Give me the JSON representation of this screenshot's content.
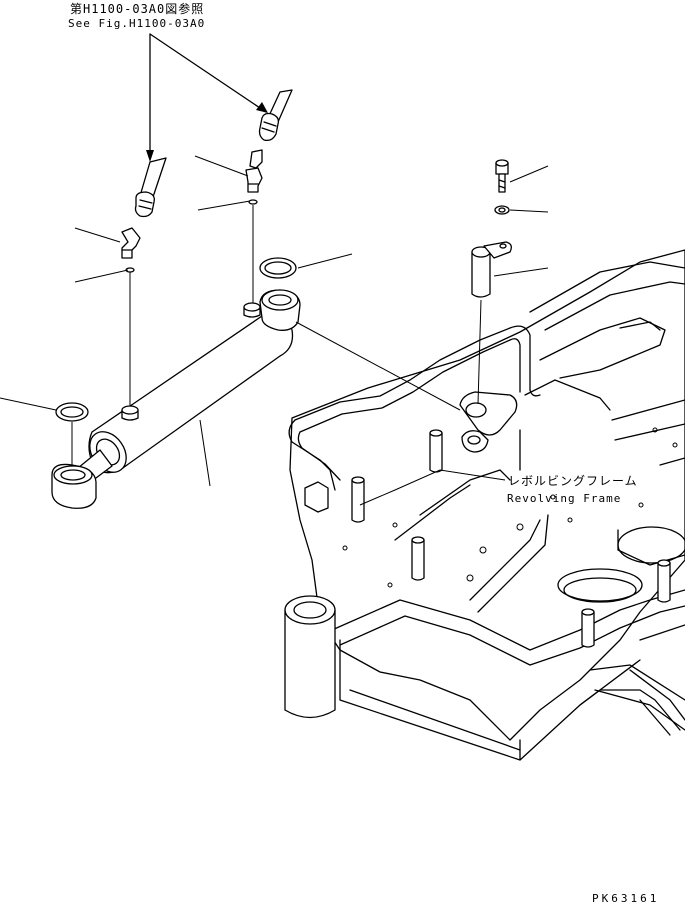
{
  "reference": {
    "japanese": "第H1100-03A0図参照",
    "english": "See Fig.H1100-03A0"
  },
  "frame_label": {
    "japanese": "レボルビングフレーム",
    "english": "Revolving Frame"
  },
  "drawing_code": "PK63161"
}
